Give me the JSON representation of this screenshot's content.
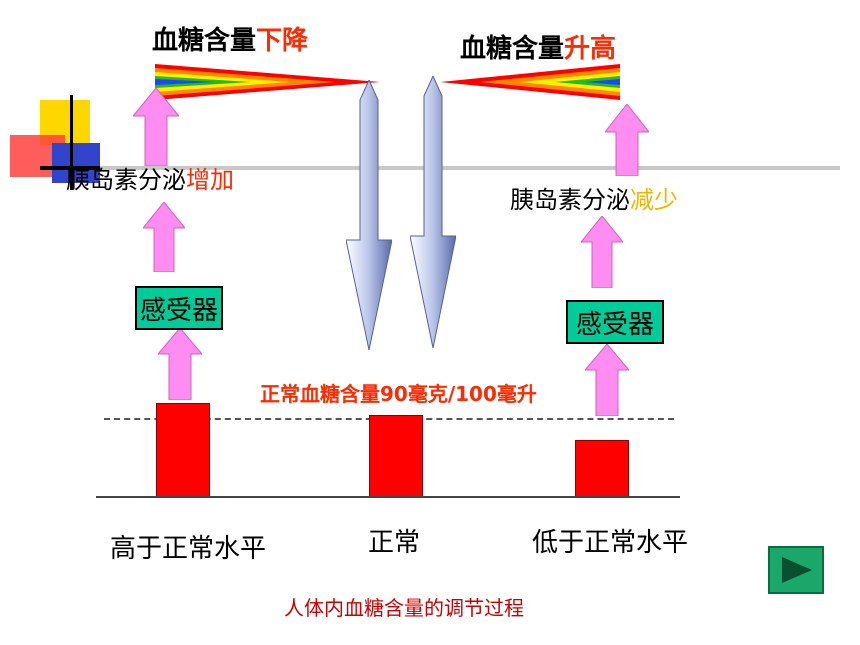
{
  "left_title": {
    "main": "血糖含量",
    "highlight": "下降"
  },
  "right_title": {
    "main": "血糖含量",
    "highlight": "升高"
  },
  "left_secretion": {
    "main": "胰岛素分泌",
    "highlight": "增加"
  },
  "right_secretion": {
    "main": "胰岛素分泌",
    "highlight": "减少"
  },
  "left_sensor": "感受器",
  "right_sensor": "感受器",
  "normal_note": "正常血糖含量90毫克/100毫升",
  "levels": [
    {
      "label": "高于正常水平",
      "relative_level": "above"
    },
    {
      "label": "正常",
      "relative_level": "normal"
    },
    {
      "label": "低于正常水平",
      "relative_level": "below"
    }
  ],
  "caption": "人体内血糖含量的调节过程",
  "colors": {
    "bar": "#ff0000",
    "up_arrow": "#ff8cf0",
    "down_arrow": "#8090c8",
    "sensor_box": "#00cc99",
    "highlight_red": "#ff2a00",
    "highlight_yellow": "#f0b400",
    "play_button": "#1aa86a"
  },
  "icons": {
    "next": "play-triangle-icon"
  }
}
